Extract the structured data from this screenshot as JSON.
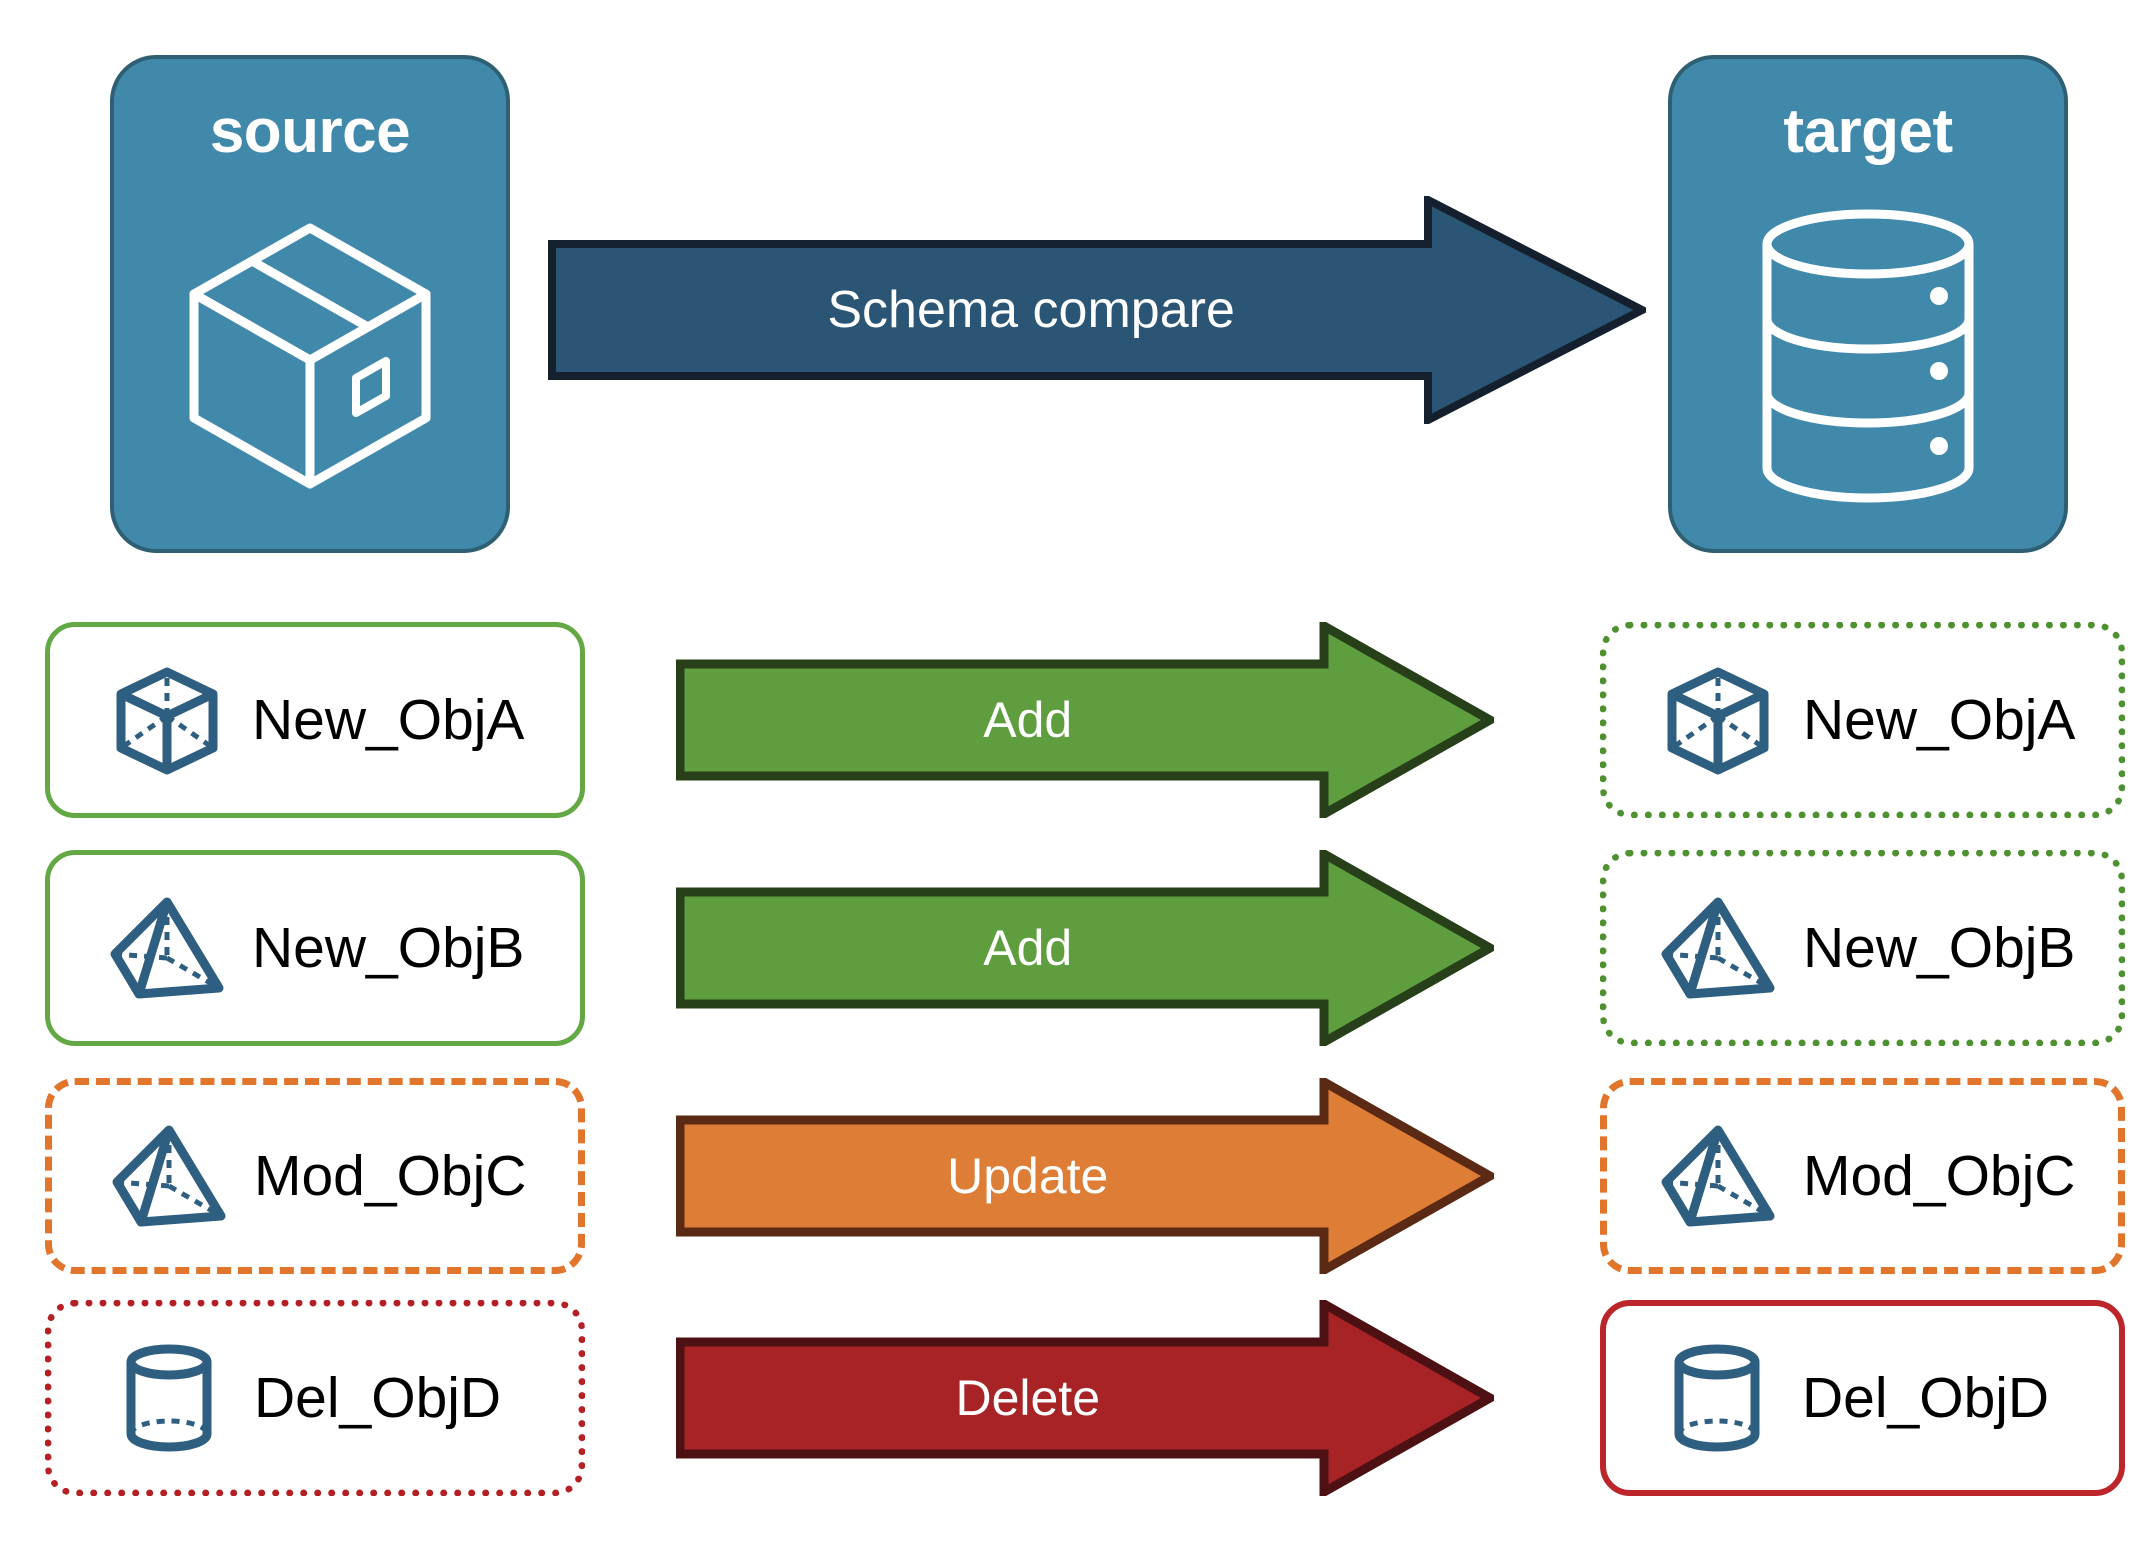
{
  "diagram": {
    "title": "Schema compare between source and target",
    "background": "#FFFFFF"
  },
  "endpoints": {
    "source": {
      "label": "source",
      "icon": "package-box-icon",
      "fill": "#4189AB",
      "stroke": "#2E5F72"
    },
    "target": {
      "label": "target",
      "icon": "database-cylinder-icon",
      "fill": "#4189AB",
      "stroke": "#2E5F72"
    }
  },
  "main_arrow": {
    "label": "Schema compare",
    "fill": "#2A5574",
    "stroke": "#14202E",
    "direction": "right"
  },
  "legend_colors": {
    "add": "#5E9E3E",
    "add_border": "#27401A",
    "update": "#DD7D36",
    "update_border": "#5B2A14",
    "delete": "#A82326",
    "delete_border": "#4D1113",
    "object_icon": "#2E5E80",
    "source_new_border": "#63A844",
    "target_new_border": "#4E9131",
    "modified_border": "#E1752B",
    "deleted_border_source": "#B52025",
    "deleted_border_target": "#BC262B"
  },
  "rows": [
    {
      "action": "Add",
      "source": {
        "label": "New_ObjA",
        "icon": "wireframe-cube-icon",
        "border_style": "solid",
        "border_color": "#63A844"
      },
      "target": {
        "label": "New_ObjA",
        "icon": "wireframe-cube-icon",
        "border_style": "dotted",
        "border_color": "#4E9131"
      },
      "arrow": {
        "fill": "#5E9E3E",
        "stroke": "#27401A"
      }
    },
    {
      "action": "Add",
      "source": {
        "label": "New_ObjB",
        "icon": "wireframe-pyramid-icon",
        "border_style": "solid",
        "border_color": "#63A844"
      },
      "target": {
        "label": "New_ObjB",
        "icon": "wireframe-pyramid-icon",
        "border_style": "dotted",
        "border_color": "#4E9131"
      },
      "arrow": {
        "fill": "#5E9E3E",
        "stroke": "#27401A"
      }
    },
    {
      "action": "Update",
      "source": {
        "label": "Mod_ObjC",
        "icon": "wireframe-pyramid-icon",
        "border_style": "dashed",
        "border_color": "#E1752B"
      },
      "target": {
        "label": "Mod_ObjC",
        "icon": "wireframe-pyramid-icon",
        "border_style": "dashed",
        "border_color": "#E1752B"
      },
      "arrow": {
        "fill": "#DD7D36",
        "stroke": "#5B2A14"
      }
    },
    {
      "action": "Delete",
      "source": {
        "label": "Del_ObjD",
        "icon": "wireframe-cylinder-icon",
        "border_style": "dotted",
        "border_color": "#B52025"
      },
      "target": {
        "label": "Del_ObjD",
        "icon": "wireframe-cylinder-icon",
        "border_style": "solid",
        "border_color": "#BC262B"
      },
      "arrow": {
        "fill": "#A82326",
        "stroke": "#4D1113"
      }
    }
  ]
}
